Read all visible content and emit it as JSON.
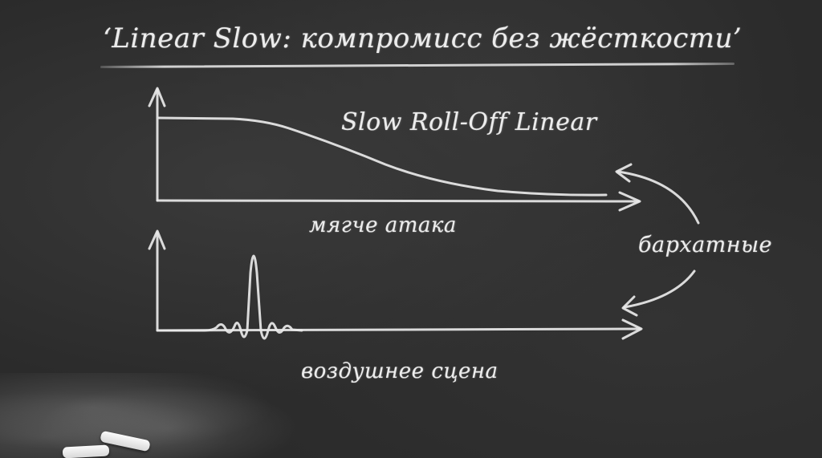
{
  "title": "‘Linear Slow: компромисс без жёсткости’",
  "curve_label": "Slow Roll-Off Linear",
  "attack_label": "мягче атака",
  "velvet_label": "бархатные",
  "airy_label": "воздушнее сцена",
  "colors": {
    "board": "#2b2b2b",
    "chalk": "#e9e9e9"
  }
}
